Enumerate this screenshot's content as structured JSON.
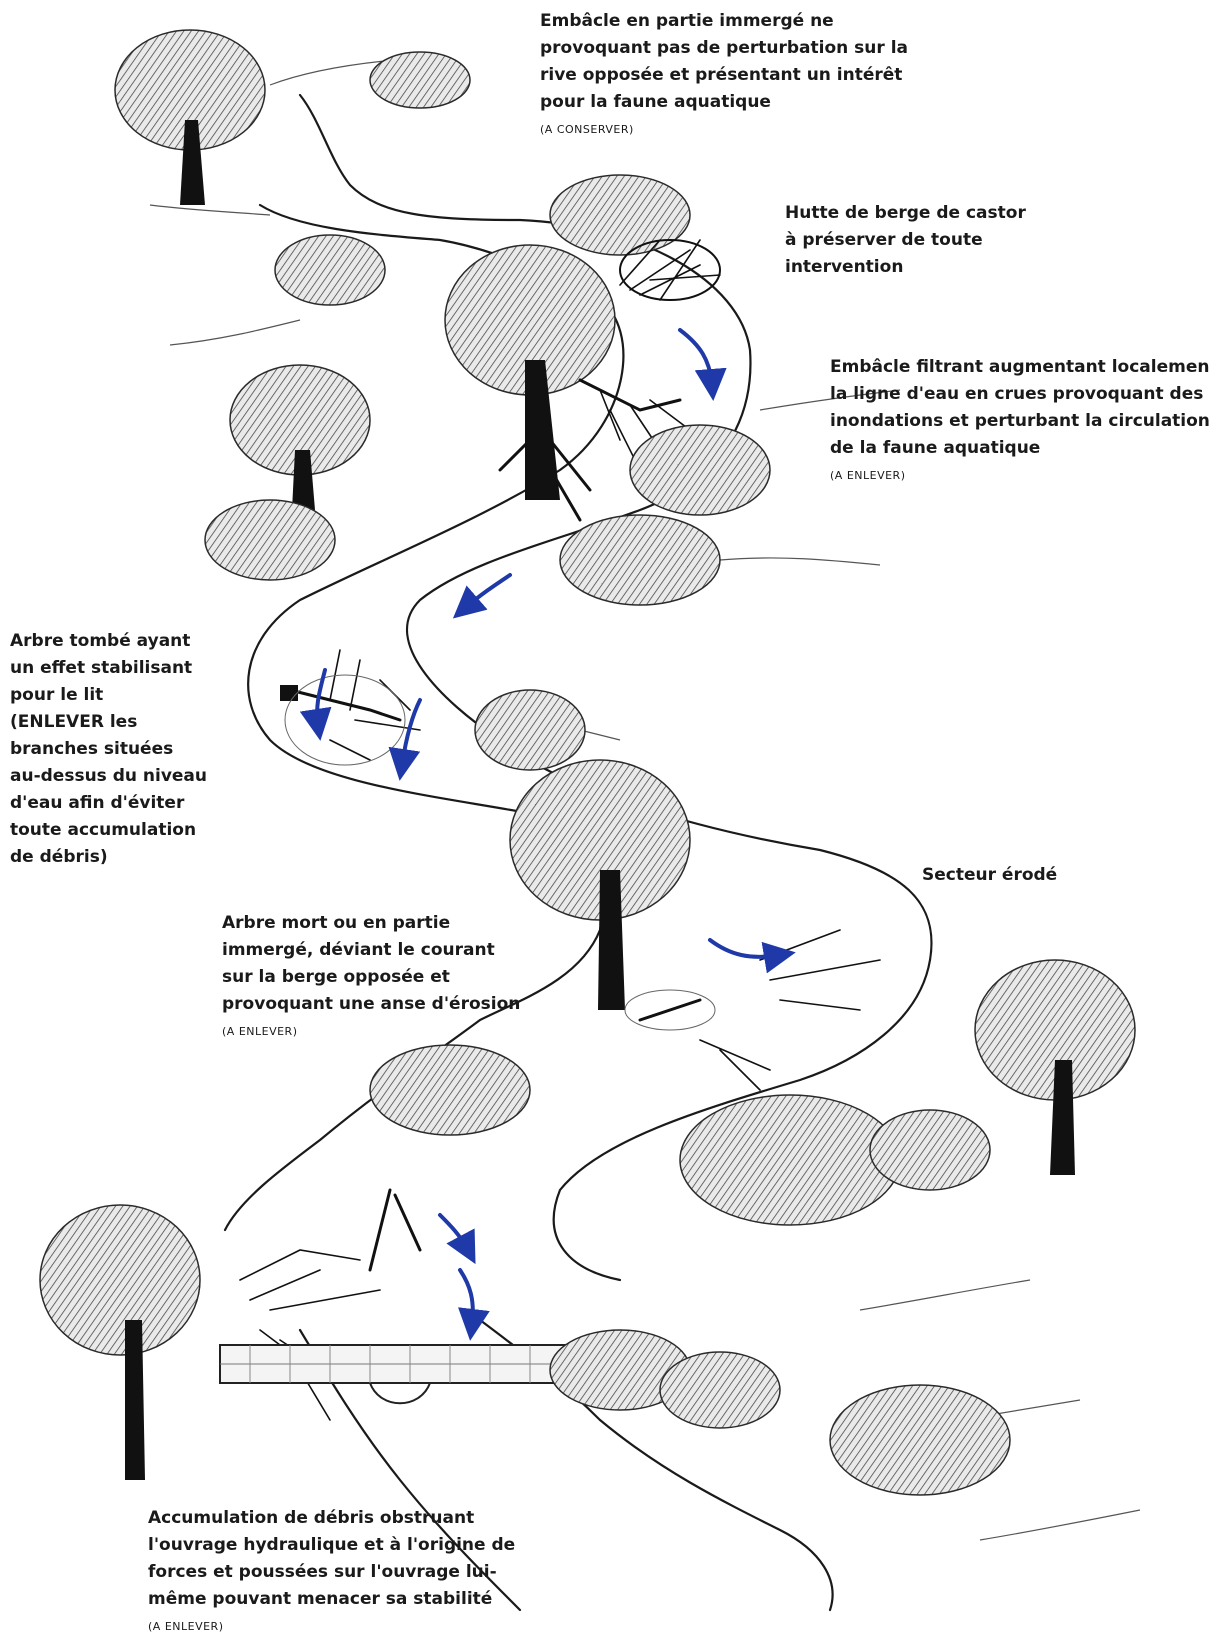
{
  "colors": {
    "flow_arrow": "#1f3aa8",
    "ink": "#1a1a1a",
    "paper": "#ffffff"
  },
  "labels": {
    "embacle_conserver": {
      "lines": [
        "Embâcle en partie immergé ne",
        "provoquant pas de perturbation sur la",
        "rive opposée et présentant un intérêt",
        "pour la faune aquatique"
      ],
      "tag": "(A CONSERVER)"
    },
    "hutte_castor": {
      "lines": [
        "Hutte de berge de castor",
        "à préserver de toute",
        "intervention"
      ]
    },
    "embacle_filtrant": {
      "lines": [
        "Embâcle filtrant augmentant localemen",
        "la ligne d'eau en crues provoquant des",
        "inondations et perturbant la circulation",
        "de la faune aquatique"
      ],
      "tag": "(A ENLEVER)"
    },
    "arbre_tombe": {
      "lines": [
        "Arbre tombé ayant",
        "un effet stabilisant",
        "pour le lit",
        "(ENLEVER les",
        "branches situées",
        "au-dessus du niveau",
        "d'eau afin d'éviter",
        "toute accumulation",
        "de débris)"
      ]
    },
    "secteur_erode": {
      "lines": [
        "Secteur érodé"
      ]
    },
    "arbre_mort": {
      "lines": [
        "Arbre mort ou en partie",
        "immergé, déviant le courant",
        "sur la berge opposée et",
        "provoquant une anse d'érosion"
      ],
      "tag": "(A ENLEVER)"
    },
    "accumulation_debris": {
      "lines": [
        "Accumulation de débris obstruant",
        "l'ouvrage hydraulique et à l'origine de",
        "forces et poussées sur l'ouvrage lui-",
        "même pouvant menacer sa stabilité"
      ],
      "tag": "(A ENLEVER)"
    }
  }
}
